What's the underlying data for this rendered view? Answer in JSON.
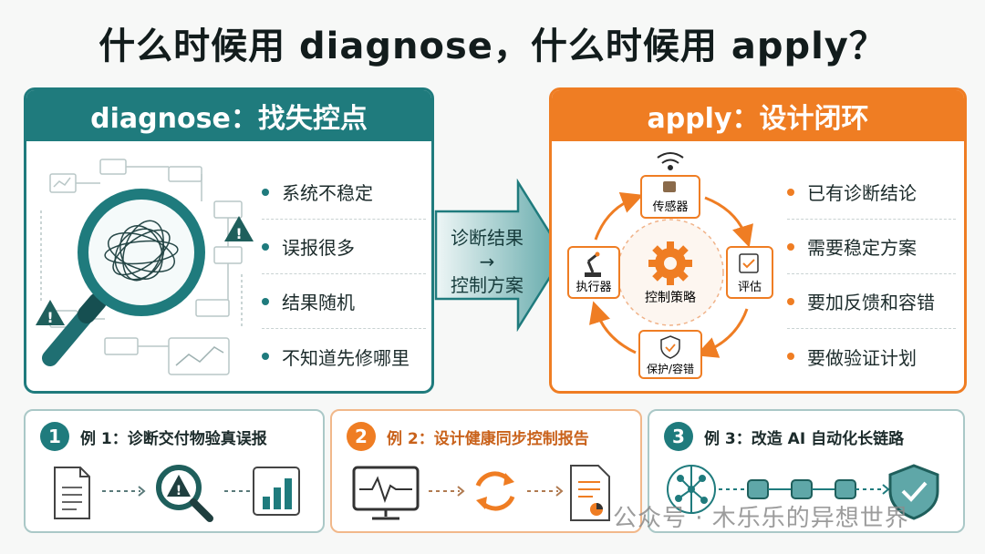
{
  "title": "什么时候用 diagnose，什么时候用 apply？",
  "left_panel": {
    "heading": "diagnose：找失控点",
    "bullets": [
      "系统不稳定",
      "误报很多",
      "结果随机",
      "不知道先修哪里"
    ]
  },
  "right_panel": {
    "heading": "apply：设计闭环",
    "bullets": [
      "已有诊断结论",
      "需要稳定方案",
      "要加反馈和容错",
      "要做验证计划"
    ],
    "loop": {
      "center": "控制策略",
      "top": "传感器",
      "right": "评估",
      "bottom": "保护/容错",
      "left": "执行器"
    }
  },
  "middle_arrow": {
    "line1": "诊断结果",
    "arrow": "→",
    "line2": "控制方案"
  },
  "examples": [
    {
      "number": "1",
      "title": "例 1：诊断交付物验真误报"
    },
    {
      "number": "2",
      "title": "例 2：设计健康同步控制报告"
    },
    {
      "number": "3",
      "title": "例 3：改造 AI 自动化长链路"
    }
  ],
  "watermark": "公众号 · 木乐乐的异想世界",
  "colors": {
    "teal": "#1f7b7d",
    "orange": "#ef7d23",
    "light_teal": "#d8ebea"
  }
}
